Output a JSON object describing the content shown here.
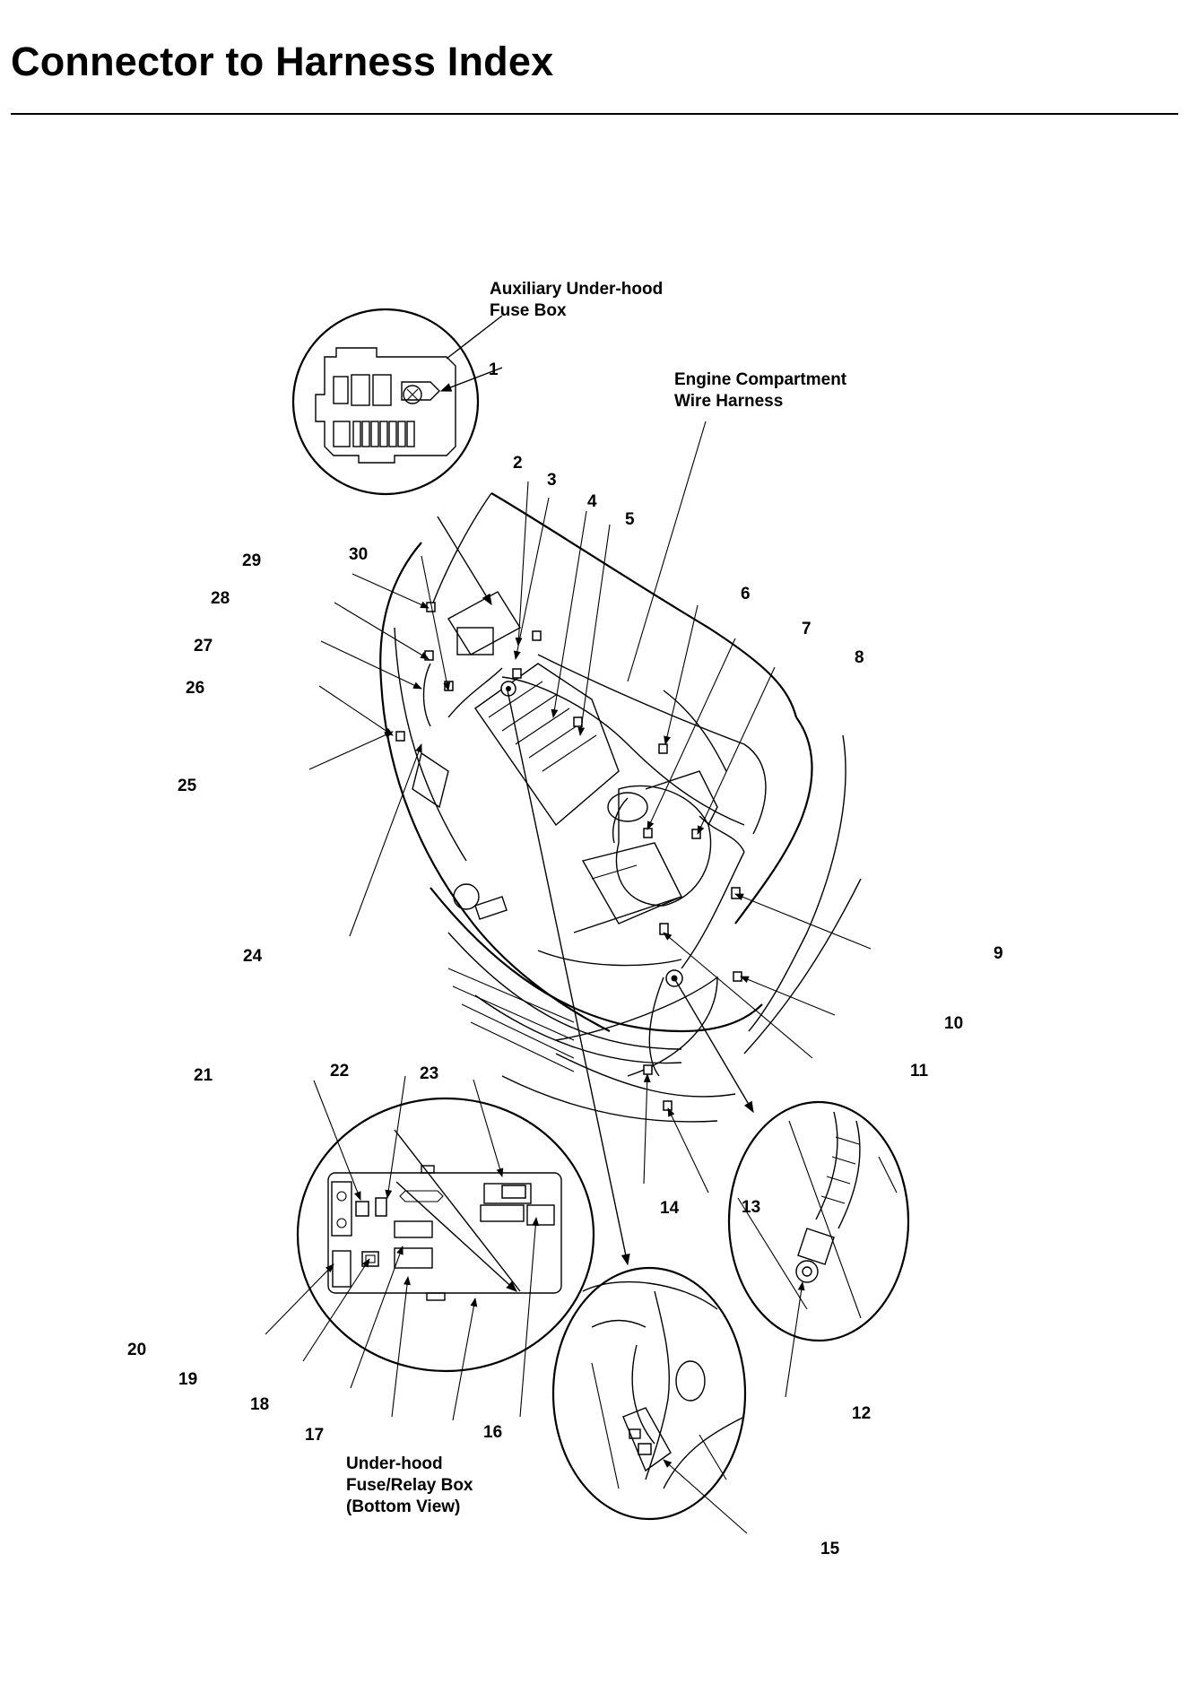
{
  "page": {
    "title": "Connector to Harness Index"
  },
  "labels": {
    "aux_fuse_box_line1": "Auxiliary Under-hood",
    "aux_fuse_box_line2": "Fuse Box",
    "engine_harness_line1": "Engine Compartment",
    "engine_harness_line2": "Wire Harness",
    "relay_box_line1": "Under-hood",
    "relay_box_line2": "Fuse/Relay Box",
    "relay_box_line3": "(Bottom View)"
  },
  "callouts": [
    "1",
    "2",
    "3",
    "4",
    "5",
    "6",
    "7",
    "8",
    "9",
    "10",
    "11",
    "12",
    "13",
    "14",
    "15",
    "16",
    "17",
    "18",
    "19",
    "20",
    "21",
    "22",
    "23",
    "24",
    "25",
    "26",
    "27",
    "28",
    "29",
    "30"
  ]
}
